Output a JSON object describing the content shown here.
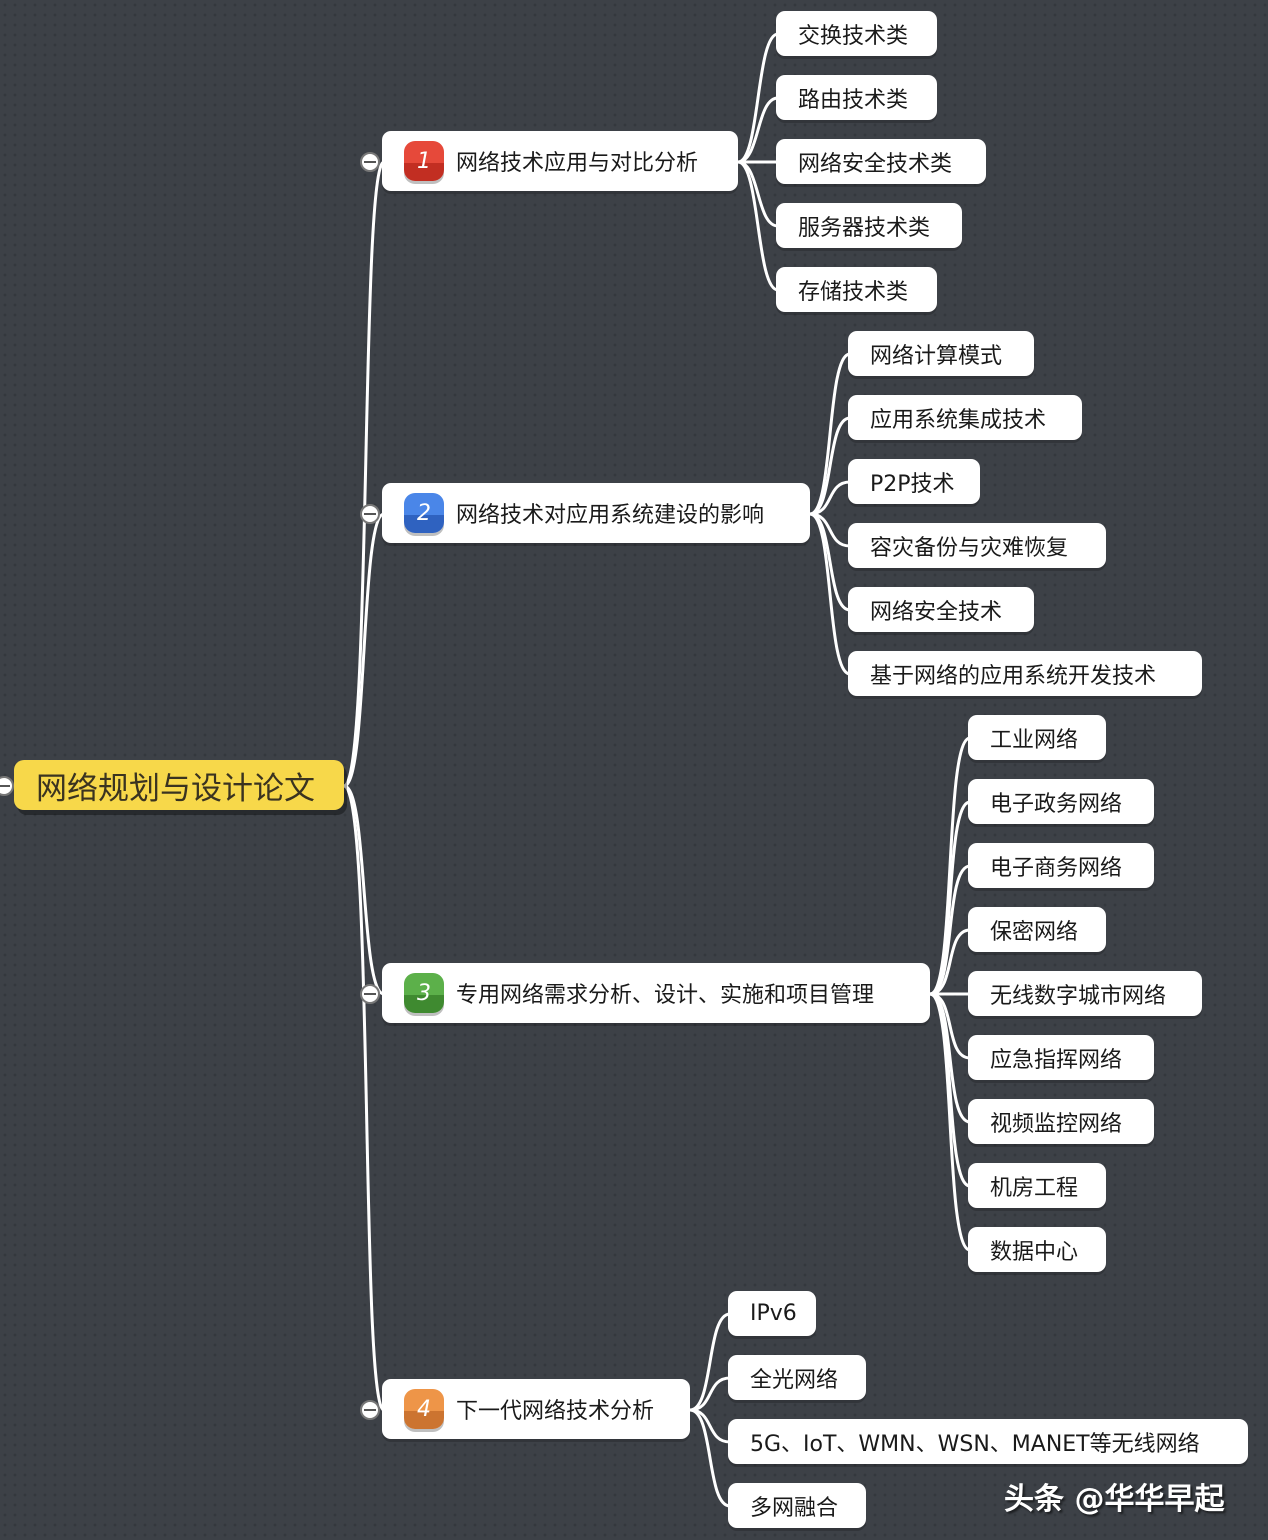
{
  "colors": {
    "background": "#3d4147",
    "root_fill": "#f7d84a",
    "node_fill": "#ffffff",
    "connector": "#ffffff",
    "badge_1": "#d9382c",
    "badge_2": "#3a74d6",
    "badge_3": "#4a9a3a",
    "badge_4": "#e0843a"
  },
  "root": {
    "label": "网络规划与设计论文"
  },
  "branches": [
    {
      "number": "1",
      "label": "网络技术应用与对比分析",
      "badge_color": "#d9382c",
      "children": [
        "交换技术类",
        "路由技术类",
        "网络安全技术类",
        "服务器技术类",
        "存储技术类"
      ]
    },
    {
      "number": "2",
      "label": "网络技术对应用系统建设的影响",
      "badge_color": "#3a74d6",
      "children": [
        "网络计算模式",
        "应用系统集成技术",
        "P2P技术",
        "容灾备份与灾难恢复",
        "网络安全技术",
        "基于网络的应用系统开发技术"
      ]
    },
    {
      "number": "3",
      "label": "专用网络需求分析、设计、实施和项目管理",
      "badge_color": "#4a9a3a",
      "children": [
        "工业网络",
        "电子政务网络",
        "电子商务网络",
        "保密网络",
        "无线数字城市网络",
        "应急指挥网络",
        "视频监控网络",
        "机房工程",
        "数据中心"
      ]
    },
    {
      "number": "4",
      "label": "下一代网络技术分析",
      "badge_color": "#e0843a",
      "children": [
        "IPv6",
        "全光网络",
        "5G、IoT、WMN、WSN、MANET等无线网络",
        "多网融合"
      ]
    }
  ],
  "watermark": "头条 @华华早起"
}
